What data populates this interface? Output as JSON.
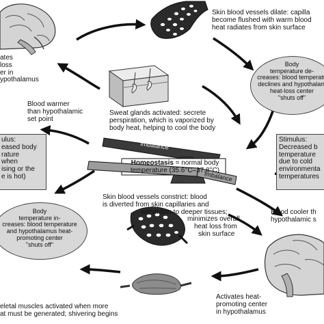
{
  "top_left_label": [
    "ates",
    "loss",
    "er in",
    "ypothalamus"
  ],
  "skin_vessels_dilate": [
    "Skin blood vessels dilate: capilla",
    "become flushed with warm blood",
    "heat radiates from skin surface"
  ],
  "top_right_ellipse": [
    "Body",
    "temperature de-",
    "creases: blood temperatu",
    "declines and hypothalam",
    "heat-loss center",
    "\"shuts off\""
  ],
  "blood_warmer": [
    "Blood warmer",
    "than hypothalamic",
    "set point"
  ],
  "sweat_glands": [
    "Sweat glands activated: secrete",
    "perspiration, which is vaporized by",
    "body heat, helping to cool the body"
  ],
  "stimulus_left": [
    "ulus:",
    "eased body",
    "rature",
    "when",
    "ising or the",
    "e is hot)"
  ],
  "stimulus_right": [
    "Stimulus:",
    "Decreased b",
    "temperature",
    "due to cold",
    "environmenta",
    "temperatures"
  ],
  "seesaw": {
    "imbalance_top": "Imbalance",
    "imbalance_bottom": "Imbalance",
    "homeostasis_label": "Homeostasis",
    "homeostasis_rest": " = normal body",
    "temperature_line": "temperature (35.6°C–37.8°C)"
  },
  "blood_cooler": [
    "Blood cooler th",
    "hypothalamic s"
  ],
  "skin_vessels_constrict": [
    "Skin blood vessels constrict: blood",
    "is diverted from skin capillaries and",
    "withdrawn to deeper tissues;",
    "minimizes overall",
    "heat loss from",
    "skin surface"
  ],
  "bottom_left_ellipse": [
    "Body",
    "temperature in-",
    "creases: blood temperature",
    "and hypothalamus heat-",
    "promoting center",
    "\"shuts off\""
  ],
  "activates_heat": [
    "Activates heat-",
    "promoting center",
    "in hypothalamus"
  ],
  "skeletal_muscles": [
    "eletal muscles activated when more",
    "at must be generated; shivering begins"
  ],
  "colors": {
    "box_fill": "#d8d8d8",
    "arrow": "#111111",
    "beam_dark": "#3a3a3a",
    "beam_light": "#9a9a9a"
  }
}
